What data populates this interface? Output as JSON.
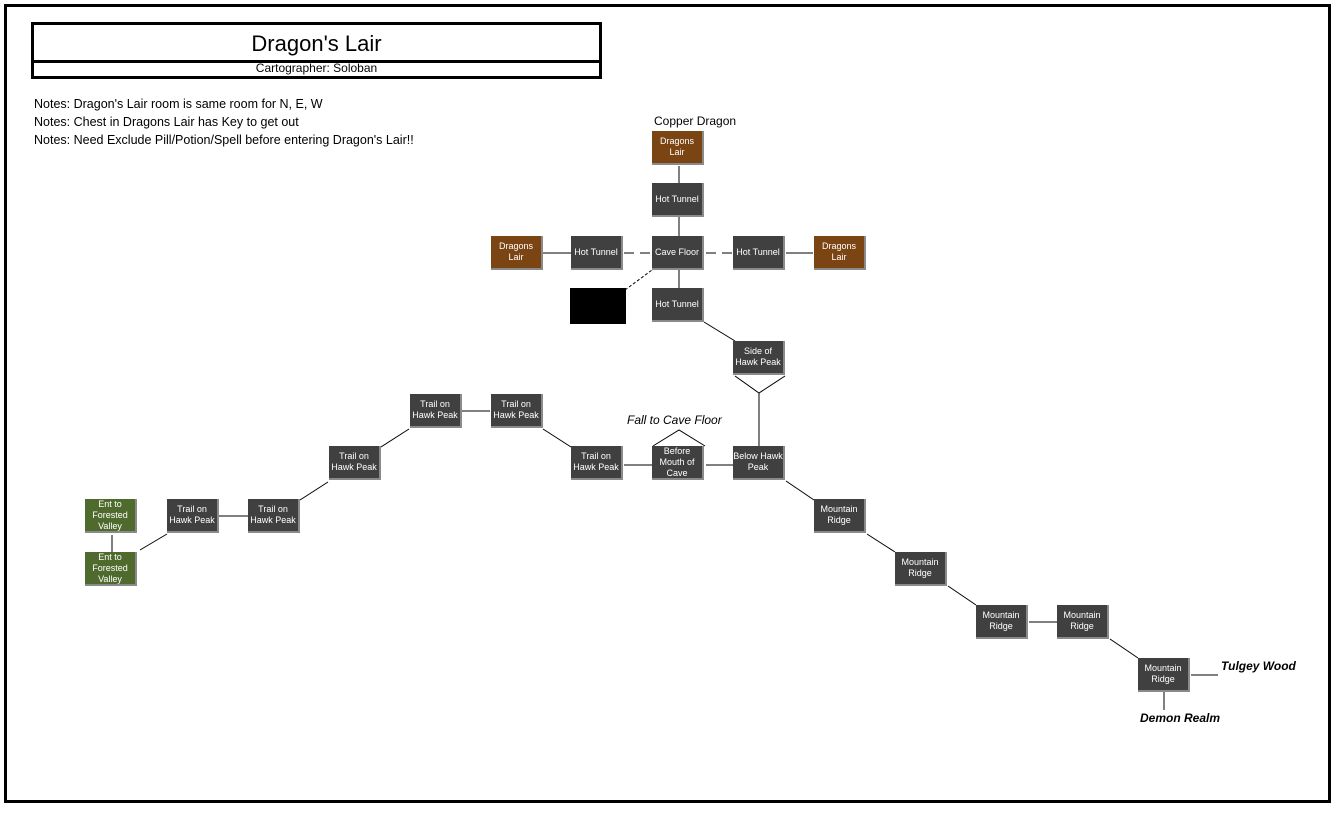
{
  "header": {
    "title": "Dragon's Lair",
    "cartographer": "Cartographer: Soloban"
  },
  "notes": [
    "Notes: Dragon's Lair room is same room for N, E, W",
    "Notes: Chest in Dragons Lair has Key to get out",
    "Notes: Need Exclude Pill/Potion/Spell before entering Dragon's Lair!!"
  ],
  "colors": {
    "room_default": "#404040",
    "room_lair": "#7b4413",
    "room_exit": "#4e6a2d",
    "room_unknown": "#000000"
  },
  "labels": {
    "copper_dragon": "Copper Dragon",
    "fall_to_cave_floor": "Fall to Cave Floor",
    "tulgey_wood": "Tulgey Wood",
    "demon_realm": "Demon Realm"
  },
  "rooms": {
    "lair_n": "Dragons Lair",
    "hot_tunnel_n": "Hot Tunnel",
    "lair_w": "Dragons Lair",
    "hot_tunnel_w": "Hot Tunnel",
    "cave_floor": "Cave Floor",
    "hot_tunnel_e": "Hot Tunnel",
    "lair_e": "Dragons Lair",
    "hot_tunnel_s": "Hot Tunnel",
    "side_of_hawk_peak": "Side of Hawk Peak",
    "trail_4": "Trail on Hawk Peak",
    "trail_5": "Trail on Hawk Peak",
    "trail_3": "Trail on Hawk Peak",
    "trail_6": "Trail on Hawk Peak",
    "before_mouth": "Before Mouth of Cave",
    "below_hawk_peak": "Below Hawk Peak",
    "ent_forest_1": "Ent to Forested Valley",
    "trail_1": "Trail on Hawk Peak",
    "trail_2": "Trail on Hawk Peak",
    "ent_forest_2": "Ent to Forested Valley",
    "ridge_1": "Mountain Ridge",
    "ridge_2": "Mountain Ridge",
    "ridge_3": "Mountain Ridge",
    "ridge_4": "Mountain Ridge",
    "ridge_5": "Mountain Ridge"
  }
}
